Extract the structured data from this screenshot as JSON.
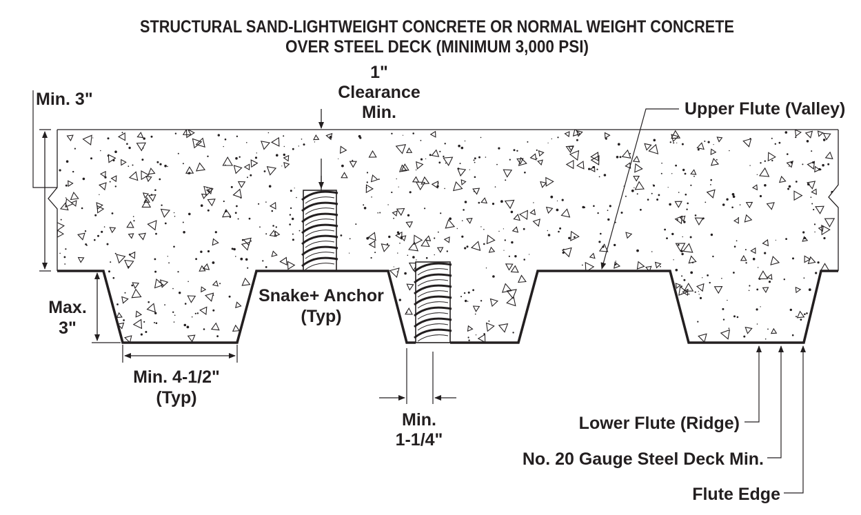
{
  "title": {
    "line1": "STRUCTURAL SAND-LIGHTWEIGHT CONCRETE OR NORMAL WEIGHT CONCRETE",
    "line2": "OVER STEEL DECK (MINIMUM 3,000 PSI)"
  },
  "labels": {
    "min_3": "Min. 3\"",
    "clearance_1": "1\"",
    "clearance_2": "Clearance",
    "clearance_3": "Min.",
    "upper_flute": "Upper Flute (Valley)",
    "max_1": "Max.",
    "max_2": "3\"",
    "anchor_1": "Snake+ Anchor",
    "anchor_2": "(Typ)",
    "min_width_1": "Min. 4-1/2\"",
    "min_width_2": "(Typ)",
    "min_hole_1": "Min.",
    "min_hole_2": "1-1/4\"",
    "lower_flute": "Lower Flute (Ridge)",
    "steel_deck": "No. 20 Gauge Steel Deck Min.",
    "flute_edge": "Flute Edge"
  },
  "colors": {
    "ink": "#231f20",
    "background": "#ffffff"
  }
}
